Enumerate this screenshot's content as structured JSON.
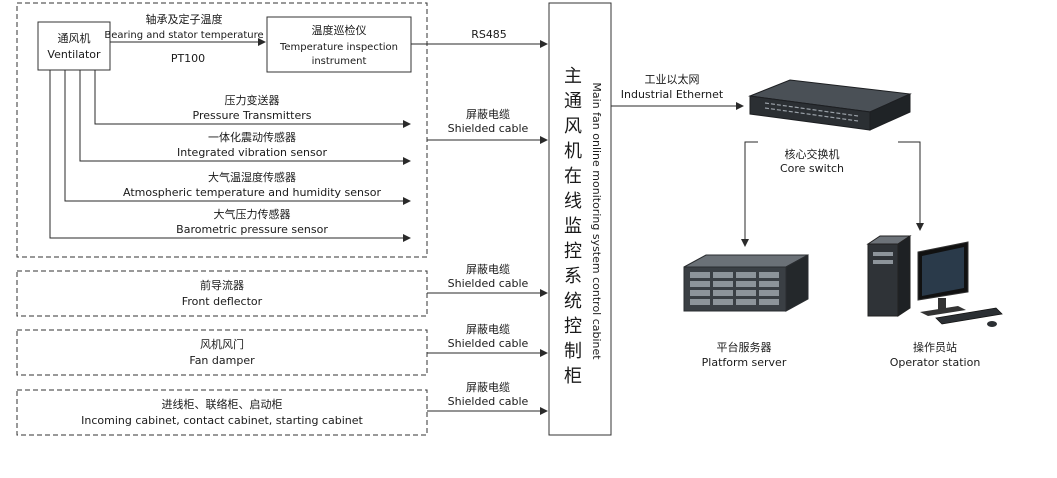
{
  "ventilator": {
    "label_cn": "通风机",
    "label_en": "Ventilator"
  },
  "temp_link": {
    "label_cn": "轴承及定子温度",
    "label_en": "Bearing and stator temperature",
    "sensor": "PT100"
  },
  "temp_instrument": {
    "label_cn": "温度巡检仪",
    "label_en_1": "Temperature inspection",
    "label_en_2": "instrument"
  },
  "rs485": "RS485",
  "sensors": [
    {
      "label_cn": "压力变送器",
      "label_en": "Pressure Transmitters"
    },
    {
      "label_cn": "一体化震动传感器",
      "label_en": "Integrated vibration sensor"
    },
    {
      "label_cn": "大气温湿度传感器",
      "label_en": "Atmospheric temperature and humidity sensor"
    },
    {
      "label_cn": "大气压力传感器",
      "label_en": "Barometric pressure sensor"
    }
  ],
  "shielded_cable": {
    "label_cn": "屏蔽电缆",
    "label_en": "Shielded cable"
  },
  "devices": [
    {
      "label_cn": "前导流器",
      "label_en": "Front deflector"
    },
    {
      "label_cn": "风机风门",
      "label_en": "Fan damper"
    },
    {
      "label_cn": "进线柜、联络柜、启动柜",
      "label_en": "Incoming cabinet, contact cabinet, starting cabinet"
    }
  ],
  "cabinet": {
    "label_cn_chars": [
      "主",
      "通",
      "风",
      "机",
      "在",
      "线",
      "监",
      "控",
      "系",
      "统",
      "控",
      "制",
      "柜"
    ],
    "label_en": "Main fan online monitoring system control cabinet"
  },
  "ethernet": {
    "label_cn": "工业以太网",
    "label_en": "Industrial Ethernet"
  },
  "core_switch": {
    "label_cn": "核心交换机",
    "label_en": "Core switch"
  },
  "platform_server": {
    "label_cn": "平台服务器",
    "label_en": "Platform server"
  },
  "operator_station": {
    "label_cn": "操作员站",
    "label_en": "Operator station"
  },
  "colors": {
    "line": "#2a2a2a",
    "device_dark": "#2b2f33",
    "device_gray": "#8a9096"
  }
}
